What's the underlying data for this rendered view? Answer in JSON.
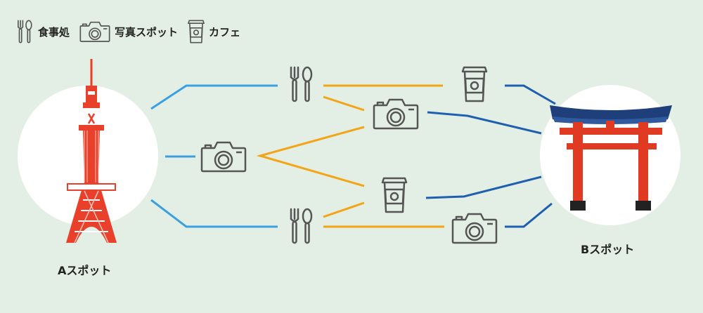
{
  "legend": {
    "restaurant": {
      "label": "食事処",
      "icon": "fork-spoon-icon"
    },
    "photo_spot": {
      "label": "写真スポット",
      "icon": "camera-icon"
    },
    "cafe": {
      "label": "カフェ",
      "icon": "coffee-cup-icon"
    }
  },
  "nodes": {
    "start": {
      "label": "Aスポット",
      "icon": "tokyo-tower-icon"
    },
    "goal": {
      "label": "Bスポット",
      "icon": "torii-gate-icon"
    }
  },
  "colors": {
    "background": "#e3efe4",
    "start_route": "#3aa0e0",
    "middle_route": "#f2a516",
    "end_route": "#1f5fb0",
    "icon_stroke": "#555555",
    "tower": "#e8402a",
    "torii": "#e03a22"
  }
}
